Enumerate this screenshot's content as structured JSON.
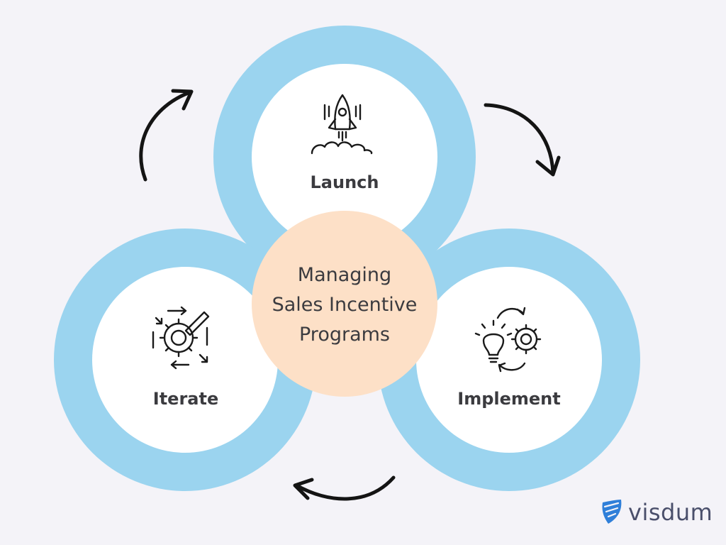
{
  "stages": {
    "launch": {
      "label": "Launch",
      "icon": "rocket-icon"
    },
    "implement": {
      "label": "Implement",
      "icon": "lightbulb-gear-icon"
    },
    "iterate": {
      "label": "Iterate",
      "icon": "gear-refresh-icon"
    }
  },
  "center": {
    "lines": [
      "Managing",
      "Sales Incentive",
      "Programs"
    ]
  },
  "logo": {
    "text": "visdum",
    "icon": "shield-logo-icon"
  },
  "colors": {
    "ring": "#9bd4ef",
    "inner": "#ffffff",
    "center": "#fde0c7",
    "arrow": "#141414",
    "text": "#3b3b3f",
    "logo_blue": "#2f7fd9",
    "background": "#f4f3f8"
  }
}
